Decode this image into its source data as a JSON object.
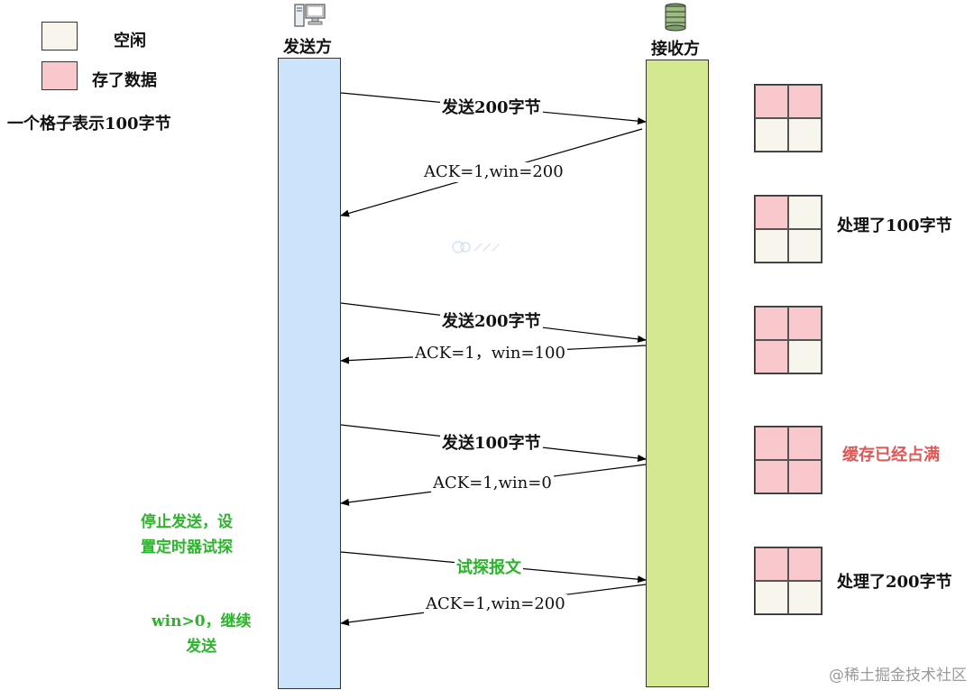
{
  "legend": {
    "free_label": "空闲",
    "used_label": "存了数据",
    "unit_note": "一个格子表示100字节",
    "free_color": "#f8f5ec",
    "used_color": "#f8c8cc"
  },
  "sender": {
    "title": "发送方",
    "icon": "computer-icon",
    "fill": "#cce4fb"
  },
  "receiver": {
    "title": "接收方",
    "icon": "server-icon",
    "fill": "#d3e88f"
  },
  "messages": [
    {
      "id": "send-1",
      "text": "发送200字节"
    },
    {
      "id": "ack-1",
      "text": "ACK=1,win=200"
    },
    {
      "id": "send-2",
      "text": "发送200字节"
    },
    {
      "id": "ack-2",
      "text": "ACK=1，win=100"
    },
    {
      "id": "send-3",
      "text": "发送100字节"
    },
    {
      "id": "ack-3",
      "text": "ACK=1,win=0"
    },
    {
      "id": "probe",
      "text": "试探报文"
    },
    {
      "id": "ack-4",
      "text": "ACK=1,win=200"
    }
  ],
  "buffer_states": [
    {
      "cells": [
        "used",
        "used",
        "free",
        "free"
      ],
      "label": ""
    },
    {
      "cells": [
        "used",
        "free",
        "free",
        "free"
      ],
      "label": "处理了100字节"
    },
    {
      "cells": [
        "used",
        "used",
        "used",
        "free"
      ],
      "label": ""
    },
    {
      "cells": [
        "used",
        "used",
        "used",
        "used"
      ],
      "label": "缓存已经占满"
    },
    {
      "cells": [
        "used",
        "used",
        "free",
        "free"
      ],
      "label": "处理了200字节"
    }
  ],
  "sender_notes": {
    "stop": [
      "停止发送，设",
      "置定时器试探"
    ],
    "resume": [
      "win>0，继续",
      "发送"
    ]
  },
  "watermark": "@稀土掘金技术社区"
}
